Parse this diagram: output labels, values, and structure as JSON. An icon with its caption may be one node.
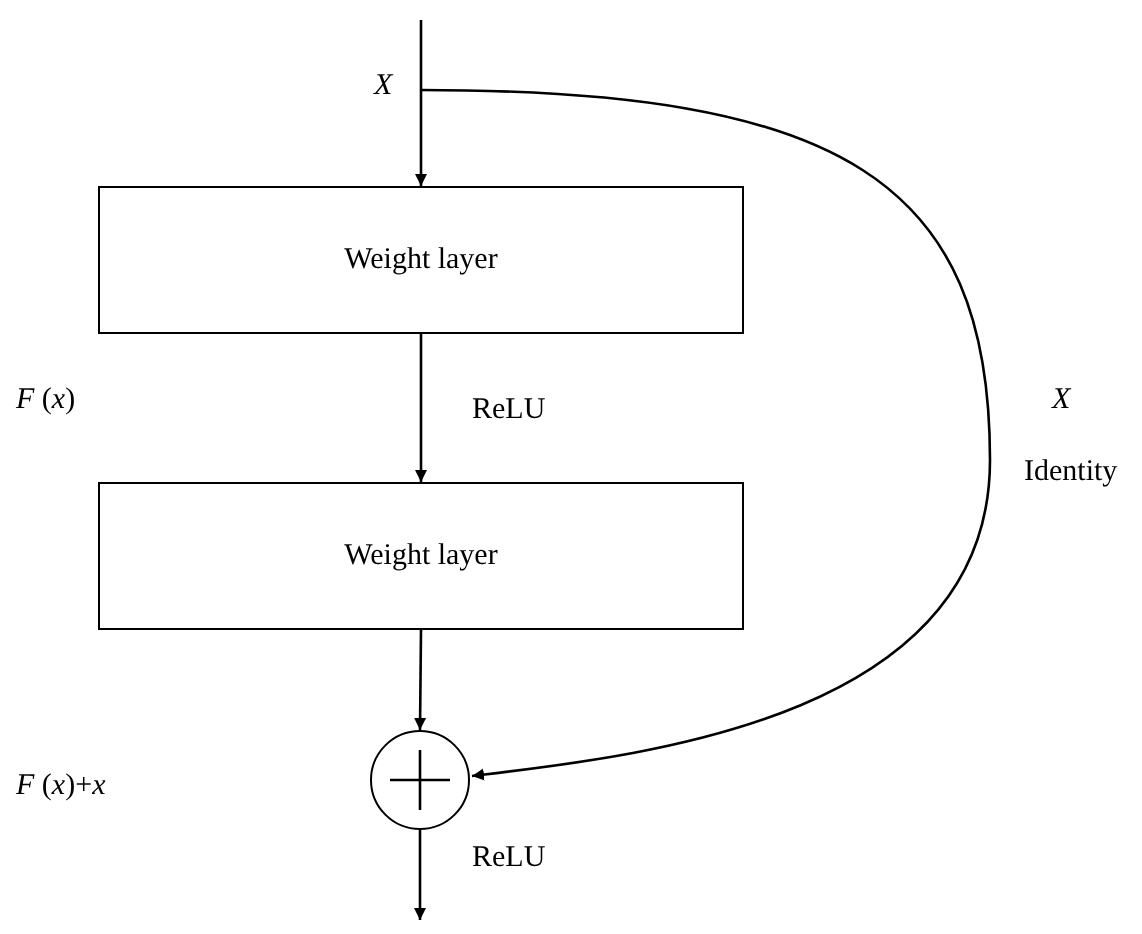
{
  "diagram": {
    "nodes": [
      {
        "text": [
          "Weight layer"
        ]
      },
      {
        "text": [
          "Weight layer"
        ]
      },
      {
        "text": [],
        "shape": "circle"
      }
    ],
    "edges": [
      {
        "from": null,
        "to": 0,
        "arrow": "to"
      },
      {
        "from": 0,
        "to": 1,
        "arrow": "to",
        "label": "ReLU"
      },
      {
        "from": 1,
        "to": 2,
        "arrow": "to"
      },
      {
        "from": null,
        "to": 2,
        "arrow": "to"
      },
      {
        "from": 2,
        "to": null,
        "arrow": "to",
        "label": "ReLU"
      }
    ],
    "labels": [
      "X",
      "*F* (*x*)",
      "X",
      "Identity",
      "*F* (*x*)+*x*"
    ]
  }
}
